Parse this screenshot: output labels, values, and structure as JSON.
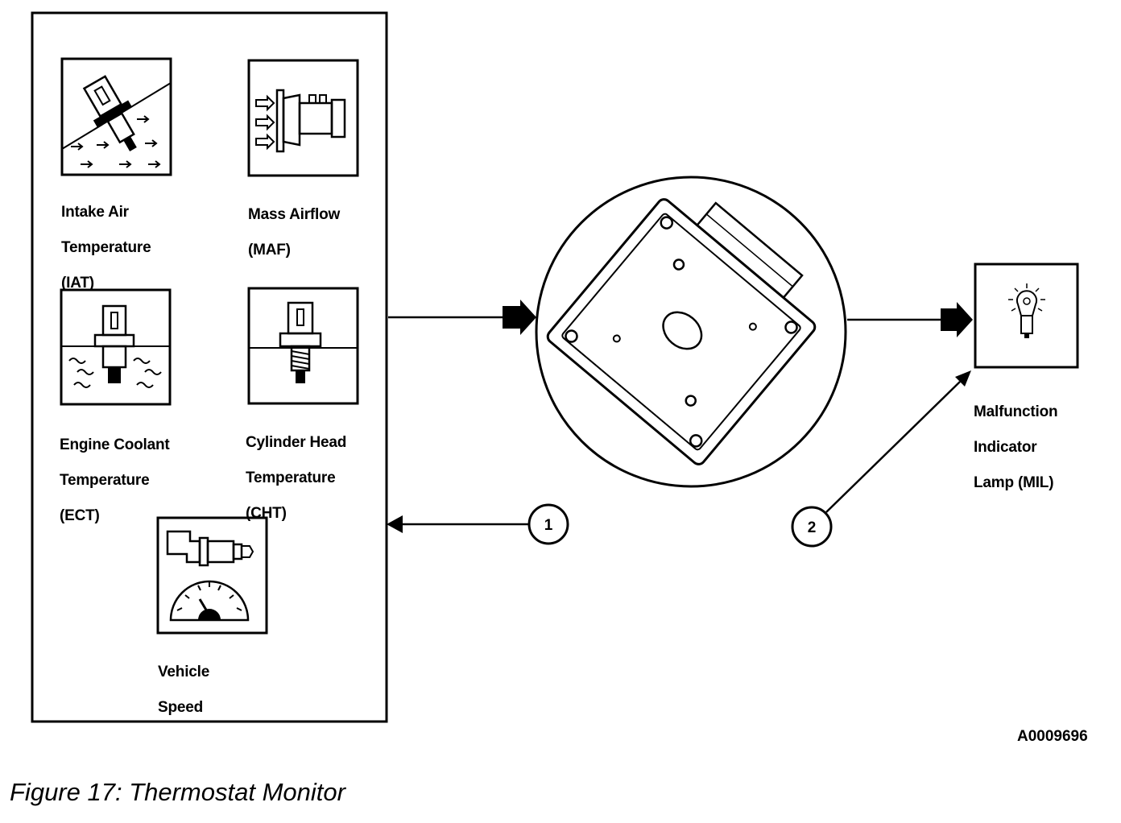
{
  "sensors": {
    "iat": {
      "lines": [
        "Intake Air",
        "Temperature",
        "(IAT)"
      ]
    },
    "maf": {
      "lines": [
        "Mass Airflow",
        "(MAF)"
      ]
    },
    "ect": {
      "lines": [
        "Engine Coolant",
        "Temperature",
        "(ECT)"
      ]
    },
    "cht": {
      "lines": [
        "Cylinder Head",
        "Temperature",
        "(CHT)"
      ]
    },
    "vss": {
      "lines": [
        "Vehicle",
        "Speed"
      ]
    }
  },
  "mil": {
    "lines": [
      "Malfunction",
      "Indicator",
      "Lamp (MIL)"
    ]
  },
  "callouts": [
    "1",
    "2"
  ],
  "figure_id": "A0009696",
  "caption": "Figure 17: Thermostat Monitor"
}
